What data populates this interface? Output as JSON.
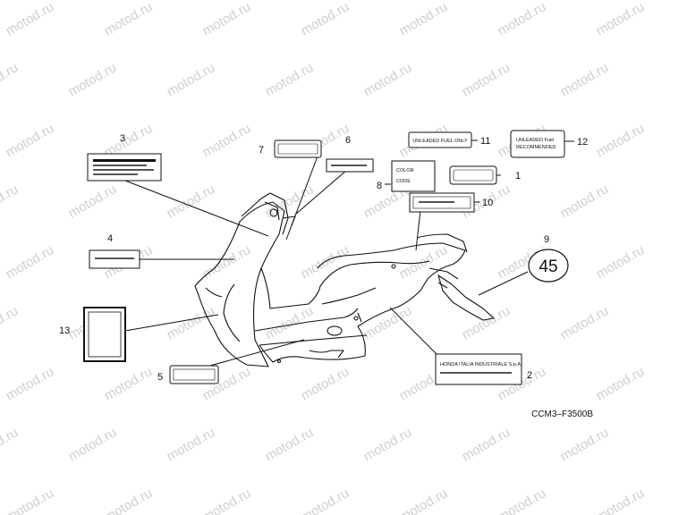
{
  "watermark": "motod.ru",
  "drawing_code": "CCM3–F3500B",
  "callouts": [
    "1",
    "2",
    "3",
    "4",
    "5",
    "6",
    "7",
    "8",
    "9",
    "10",
    "11",
    "12",
    "13"
  ],
  "sticker_texts": {
    "fuel_11": "UNLEADED FUEL ONLY",
    "fuel_12_line1": "UNLEADED Fuel",
    "fuel_12_line2": "RECOMMENDED",
    "color_line1": "COLOR",
    "color_line2": "CODE",
    "mark_2": "HONDA ITALIA INDUSTRIALE S.p.A.",
    "badge_9": "45"
  }
}
